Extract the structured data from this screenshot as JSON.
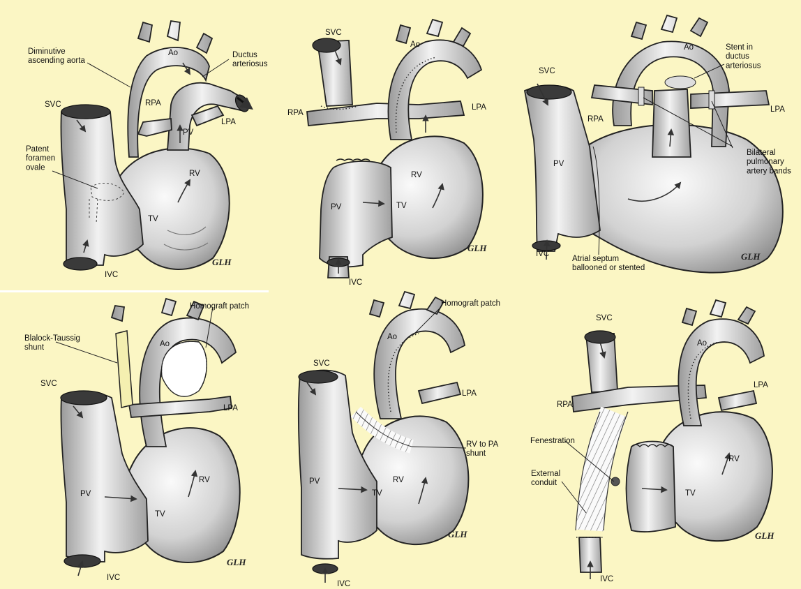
{
  "panels": [
    {
      "labels": {
        "ao": "Ao",
        "diminutive": "Diminutive\nascending aorta",
        "ductus": "Ductus\narteriosus",
        "svc": "SVC",
        "rpa": "RPA",
        "lpa": "LPA",
        "pv": "PV",
        "pfo": "Patent\nforamen\novale",
        "rv": "RV",
        "tv": "TV",
        "ivc": "IVC"
      }
    },
    {
      "labels": {
        "svc": "SVC",
        "ao": "Ao",
        "rpa": "RPA",
        "lpa": "LPA",
        "rv": "RV",
        "pv": "PV",
        "tv": "TV",
        "ivc": "IVC"
      }
    },
    {
      "labels": {
        "ao": "Ao",
        "stent": "Stent in\nductus\narteriosus",
        "svc": "SVC",
        "rpa": "RPA",
        "lpa": "LPA",
        "pv": "PV",
        "bands": "Bilateral\npulmonary\nartery bands",
        "ivc": "IVC",
        "septum": "Atrial septum\nballooned or stented"
      }
    },
    {
      "labels": {
        "homograft": "Homograft patch",
        "bt": "Blalock-Taussig\nshunt",
        "ao": "Ao",
        "svc": "SVC",
        "lpa": "LPA",
        "pv": "PV",
        "rv": "RV",
        "tv": "TV",
        "ivc": "IVC"
      }
    },
    {
      "labels": {
        "homograft": "Homograft patch",
        "ao": "Ao",
        "svc": "SVC",
        "lpa": "LPA",
        "rvpa": "RV to PA\nshunt",
        "pv": "PV",
        "rv": "RV",
        "tv": "TV",
        "ivc": "IVC"
      }
    },
    {
      "labels": {
        "svc": "SVC",
        "ao": "Ao",
        "rpa": "RPA",
        "lpa": "LPA",
        "fenestration": "Fenestration",
        "conduit": "External\nconduit",
        "rv": "RV",
        "tv": "TV",
        "ivc": "IVC"
      }
    }
  ],
  "signature": "GLH"
}
